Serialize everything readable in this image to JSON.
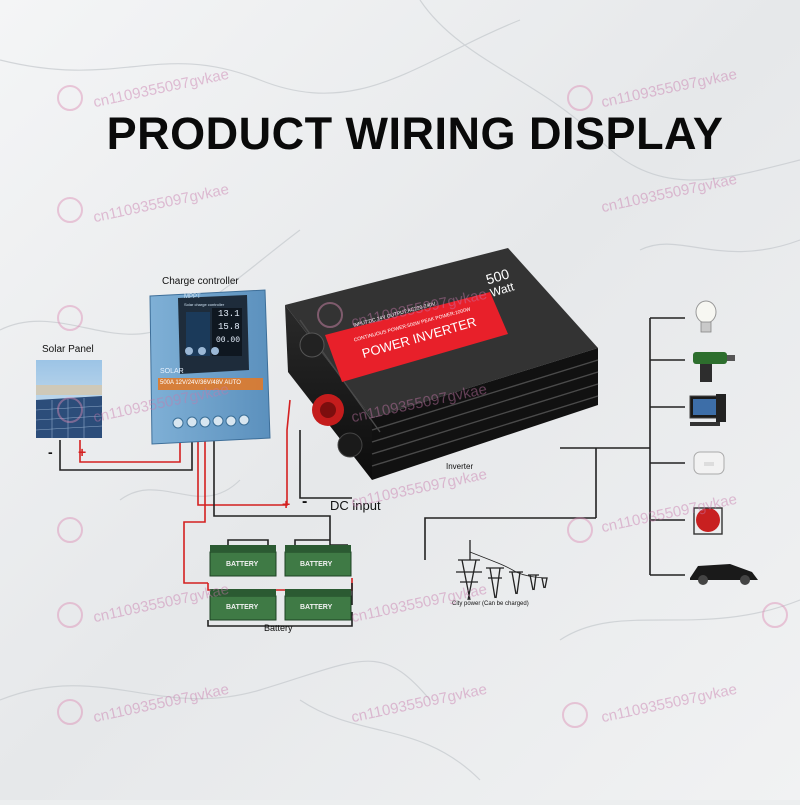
{
  "title": "PRODUCT WIRING DISPLAY",
  "labels": {
    "solar_panel": "Solar Panel",
    "charge_controller": "Charge controller",
    "inverter": "Inverter",
    "dc_input": "DC input",
    "battery_group": "Battery",
    "city_power": "City power (Can be charged)",
    "minus": "-",
    "plus": "+"
  },
  "charge_controller_device": {
    "brand": "MPPT",
    "subtitle": "Solar charge controller",
    "screen_top": "13.1",
    "screen_mid": "15.8",
    "screen_bot": "00.00",
    "model_tag": "SOLAR",
    "voltage_strip": "500A 12V/24V/36V/48V  AUTO"
  },
  "inverter_device": {
    "power_rating": "500",
    "power_unit": "Watt",
    "brand": "POWER INVERTER",
    "spec_line1": "INPUT:DC 24V  OUTPUT:AC220-240V",
    "spec_line2": "CONTINUOUS POWER:500W  PEAK POWER:1000W"
  },
  "battery_label": "BATTERY",
  "watermark": "cn1109355097gvkae",
  "appliances": [
    "light-bulb",
    "power-drill",
    "desktop-computer",
    "rice-cooker",
    "water-pump",
    "car"
  ],
  "colors": {
    "wire_red": "#d42020",
    "wire_black": "#222222",
    "battery_green": "#3f7a45",
    "inverter_red": "#e8202a"
  }
}
